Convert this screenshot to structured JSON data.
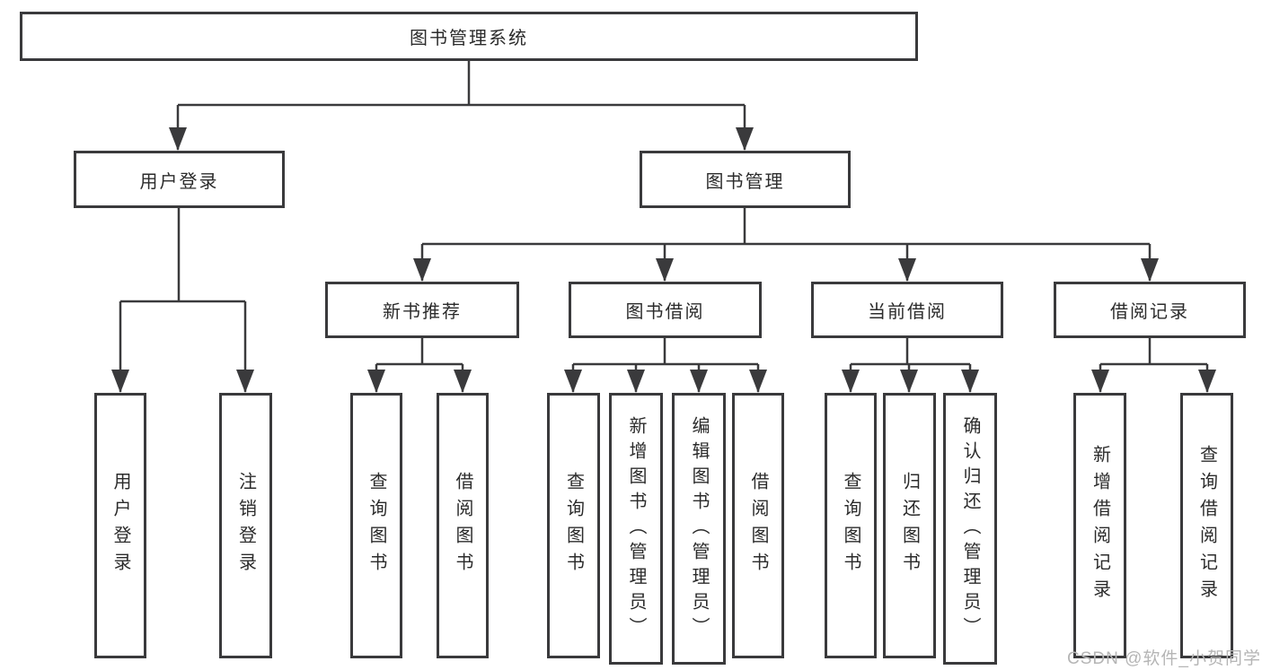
{
  "diagram": {
    "root": {
      "label": "图书管理系统"
    },
    "level2": [
      {
        "label": "用户登录"
      },
      {
        "label": "图书管理"
      }
    ],
    "level3": [
      {
        "label": "新书推荐"
      },
      {
        "label": "图书借阅"
      },
      {
        "label": "当前借阅"
      },
      {
        "label": "借阅记录"
      }
    ],
    "leaves": {
      "user": [
        "用户登录",
        "注销登录"
      ],
      "recommend": [
        "查询图书",
        "借阅图书"
      ],
      "borrow": [
        "查询图书",
        "新增图书（管理员）",
        "编辑图书（管理员）",
        "借阅图书"
      ],
      "current": [
        "查询图书",
        "归还图书",
        "确认归还（管理员）"
      ],
      "records": [
        "新增借阅记录",
        "查询借阅记录"
      ]
    }
  },
  "watermark": {
    "text": "CSDN @软件_小贺同学"
  },
  "colors": {
    "line": "#3a3a3c",
    "text": "#2b2b2b",
    "watermark": "#b5b5b5",
    "background": "#ffffff"
  }
}
